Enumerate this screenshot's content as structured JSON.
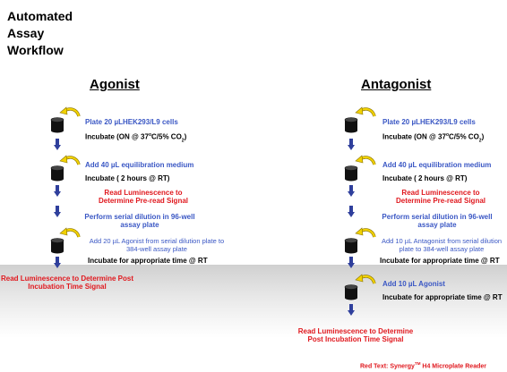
{
  "page_title": [
    "Automated",
    "Assay",
    "Workflow"
  ],
  "agonist": {
    "heading": "Agonist",
    "plate_cells": "Plate 20 µLHEK293/L9 cells",
    "incubate_on_prefix": "Incubate (ON @ 37",
    "incubate_on_sup": "o",
    "incubate_on_mid": "C/5%  CO",
    "incubate_on_sub": "2",
    "incubate_on_suffix": ")",
    "add_medium": "Add 40 µL equilibration medium",
    "incubate_2h": "Incubate ( 2 hours @ RT)",
    "read_preread": "Read Luminescence to Determine Pre-read Signal",
    "serial_dilution": "Perform serial dilution in 96-well assay plate",
    "add_compound": "Add 20 µL Agonist from serial dilution plate to 384-well assay plate",
    "incubate_time": "Incubate for appropriate time @ RT",
    "read_post": "Read Luminescence to Determine Post Incubation Time Signal"
  },
  "antagonist": {
    "heading": "Antagonist",
    "plate_cells": "Plate 20 µLHEK293/L9 cells",
    "incubate_on_prefix": "Incubate (ON @ 37",
    "incubate_on_sup": "o",
    "incubate_on_mid": "C/5%  CO",
    "incubate_on_sub": "2",
    "incubate_on_suffix": ")",
    "add_medium": "Add 40 µL equilibration medium",
    "incubate_2h": "Incubate ( 2 hours @ RT)",
    "read_preread": "Read Luminescence to Determine Pre-read Signal",
    "serial_dilution": "Perform serial dilution in 96-well assay plate",
    "add_compound": "Add 10 µL Antagonist from serial dilution plate to 384-well assay plate",
    "incubate_time": "Incubate for appropriate time @ RT",
    "add_agonist": "Add 10 µL Agonist",
    "incubate_time_2": "Incubate for appropriate time @ RT",
    "read_post": "Read Luminescence to Determine Post Incubation Time Signal"
  },
  "footnote": {
    "prefix": "Red Text: Synergy",
    "sup": "TM",
    "suffix": " H4 Microplate Reader"
  },
  "colors": {
    "step_text": "#3a57c4",
    "read_text": "#e0181e",
    "arrow": "#2f3f9c",
    "curve_arrow": "#f2d200"
  }
}
